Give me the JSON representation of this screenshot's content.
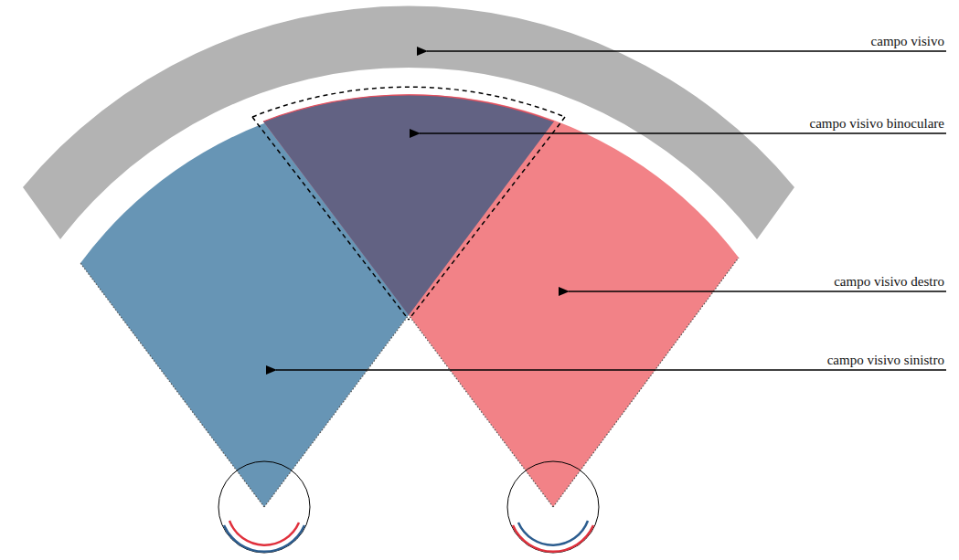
{
  "diagram": {
    "labels": [
      "campo visivo",
      "campo visivo binoculare",
      "campo visivo destro",
      "campo visivo sinistro"
    ]
  }
}
